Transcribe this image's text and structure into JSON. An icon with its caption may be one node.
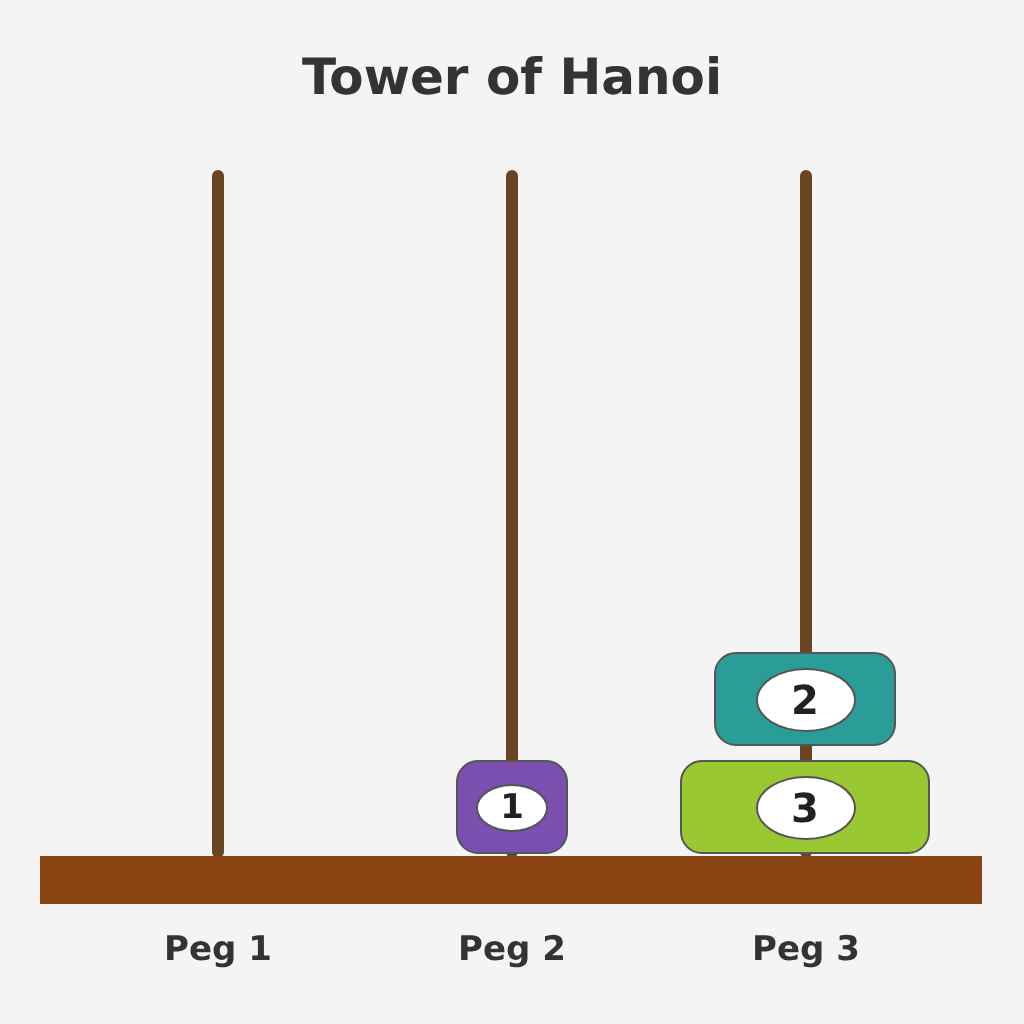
{
  "diagram": {
    "title": "Tower of Hanoi",
    "nodes": [
      {
        "text": [
          "2"
        ]
      },
      {
        "text": [
          "1"
        ]
      },
      {
        "text": [
          "3"
        ]
      }
    ],
    "labels": [
      "Peg 1",
      "Peg 2",
      "Peg 3"
    ]
  }
}
